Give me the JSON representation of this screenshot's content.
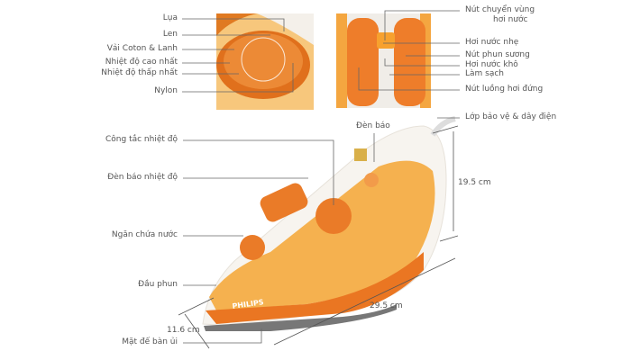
{
  "dial_labels": [
    "Lụa",
    "Len",
    "Vải Coton & Lanh",
    "Nhiệt độ cao nhất",
    "Nhiệt độ thấp nhất",
    "Nylon"
  ],
  "steam_labels": {
    "switch_line1": "Nút chuyển vùng",
    "switch_line2": "hơi nước",
    "light_steam": "Hơi nước nhẹ",
    "spray": "Nút phun sương",
    "dry_steam": "Hơi nước khô",
    "clean": "Làm sạch",
    "vertical_steam": "Nút luồng hơi đứng",
    "cord": "Lớp bảo vệ & dây điện"
  },
  "iron_labels": {
    "indicator": "Đèn báo",
    "temp_switch": "Công tắc nhiệt độ",
    "temp_light": "Đèn báo nhiệt độ",
    "water_tank": "Ngăn chứa nước",
    "nozzle": "Đầu phun",
    "soleplate": "Mặt đế bàn ủi"
  },
  "dimensions": {
    "height": "19.5 cm",
    "length": "29.5 cm",
    "width": "11.6 cm"
  },
  "brand": "PHILIPS",
  "colors": {
    "orange": "#ee7d2a",
    "light_orange": "#f6b04a",
    "line": "#666666"
  }
}
